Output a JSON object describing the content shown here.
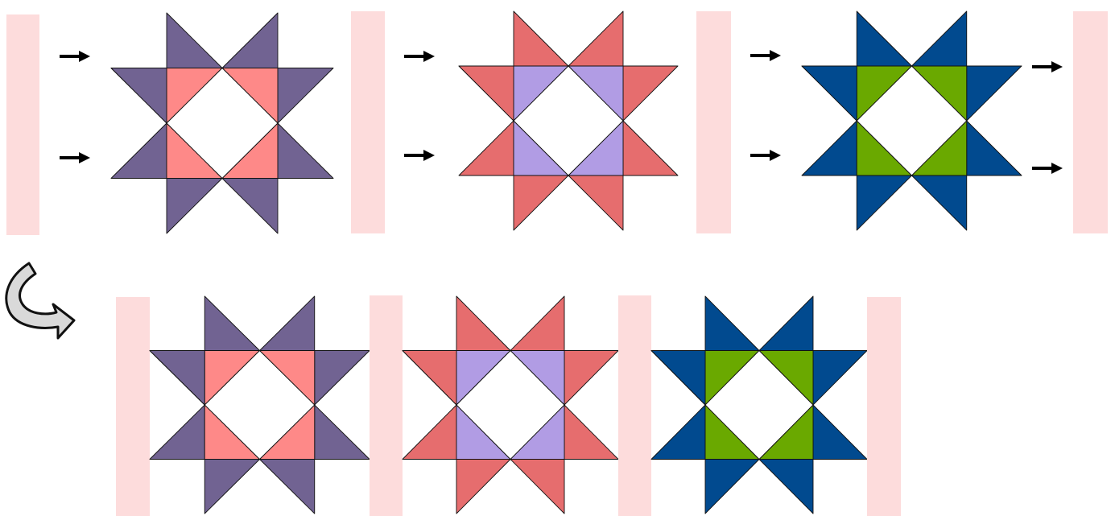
{
  "diagram": {
    "description_text": "",
    "sashing_color": "#fddcdc",
    "background": "#ffffff",
    "blocks": [
      {
        "id": "purple-block",
        "star_color": "#716392",
        "inner_color": "#fe8988"
      },
      {
        "id": "coral-block",
        "star_color": "#e66d6e",
        "inner_color": "#b19ce4"
      },
      {
        "id": "navy-block",
        "star_color": "#014a8f",
        "inner_color": "#6aa900"
      }
    ],
    "rows": [
      {
        "id": "top-row",
        "sequence": [
          "sash",
          "purple-block",
          "sash",
          "coral-block",
          "sash",
          "navy-block",
          "sash"
        ],
        "arrows_between": true
      },
      {
        "id": "bottom-row",
        "sequence": [
          "sash",
          "purple-block",
          "sash",
          "coral-block",
          "sash",
          "navy-block",
          "sash"
        ],
        "arrows_between": false
      }
    ],
    "arrow_icon": "right-arrow-icon",
    "transition_icon": "curved-return-arrow-icon"
  }
}
